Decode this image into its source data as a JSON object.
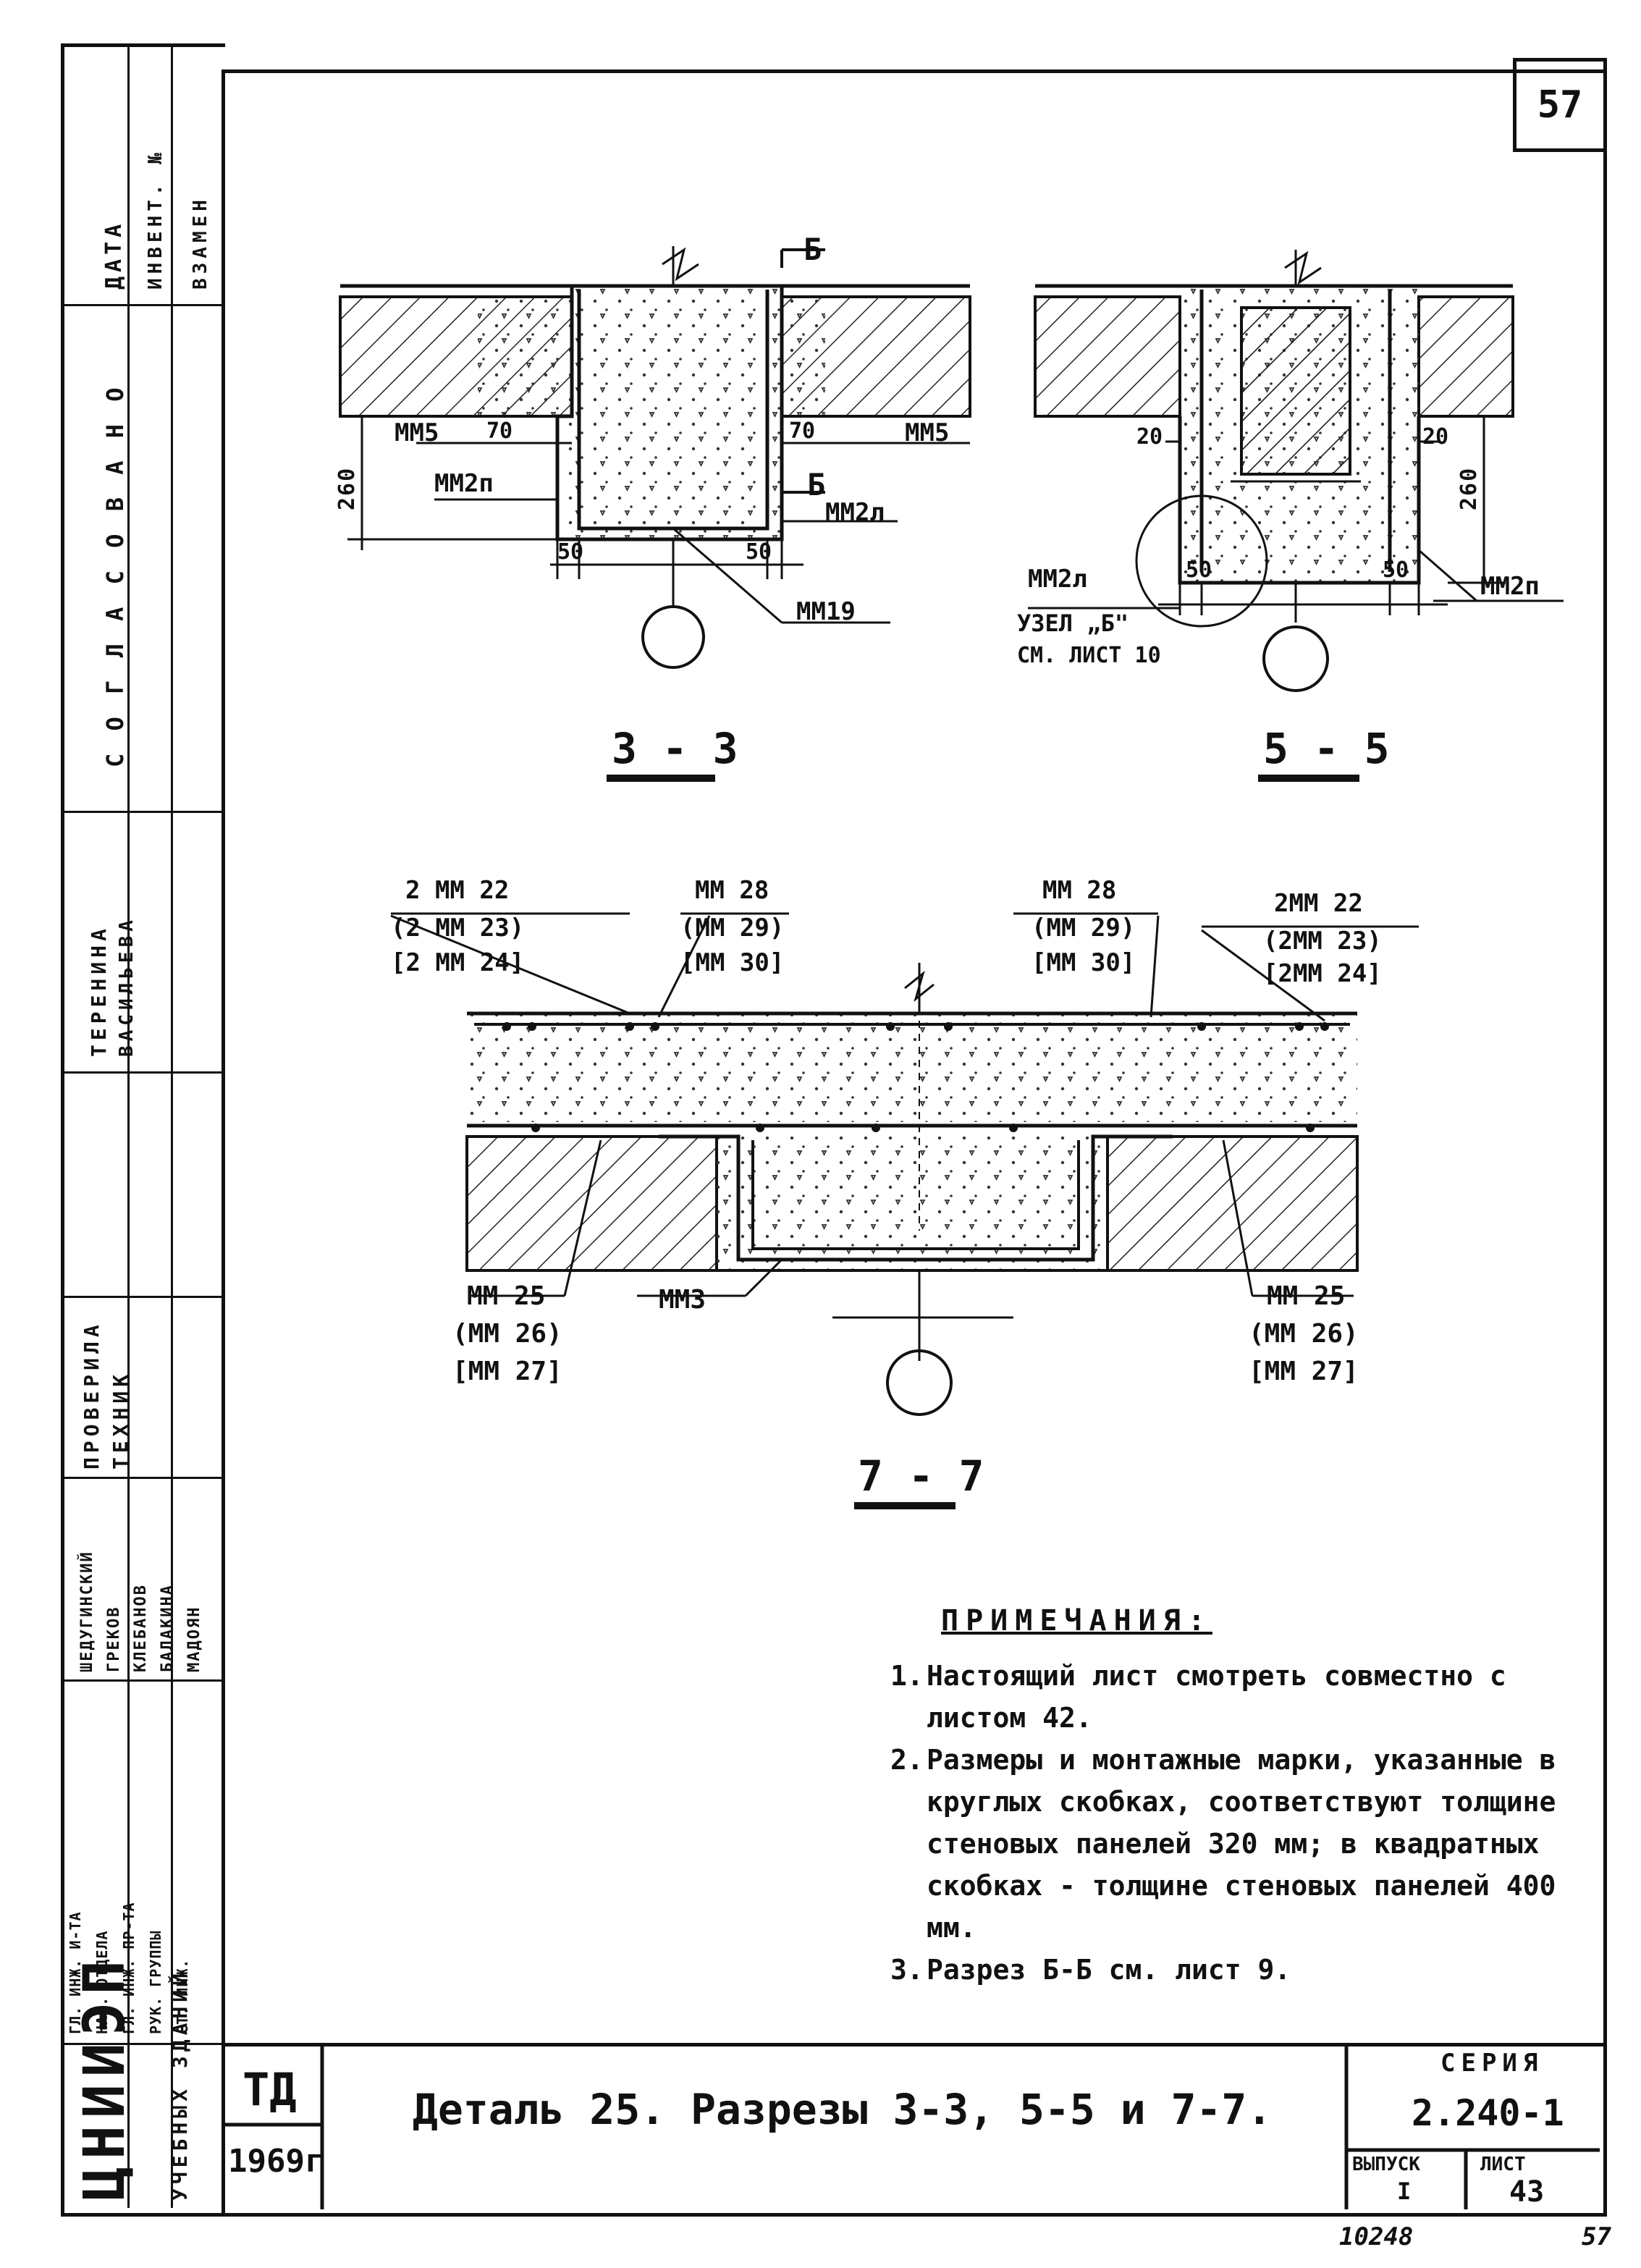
{
  "sheet": {
    "number": "57",
    "corner_number": "57",
    "inventory_number": "10248"
  },
  "stamp": {
    "vertical_headers": [
      "ДАТА",
      "ИНВЕНТ. №",
      "ВЗАМЕН"
    ],
    "agreed_label": "С О Г Л А С О В А Н О",
    "checked": [
      "ТЕРЕНИНА",
      "ВАСИЛЬЕВА"
    ],
    "checker_roles": [
      "ПРОВЕРИЛА",
      "ТЕХНИК"
    ],
    "staff_names": [
      "ШЕДУГИНСКИЙ",
      "ГРЕКОВ",
      "КЛЕБАНОВ",
      "БАЛАКИНА",
      "МАДОЯН"
    ],
    "staff_roles": [
      "ГЛ. ИНЖ. И-ТА",
      "НАЧ. ОТДЕЛА",
      "ГЛ. ИНЖ. ПР-ТА",
      "РУК. ГРУППЫ",
      "СТ. ИНЖ."
    ],
    "org_name": "ЦНИИЭП",
    "org_sub": "УЧЕБНЫХ ЗДАНИЙ"
  },
  "drawing": {
    "section_33": {
      "label": "3 - 3",
      "marks": [
        "ММ5",
        "ММ5",
        "ММ2п",
        "ММ2л",
        "ММ19",
        "Б",
        "Б"
      ],
      "dims": [
        "70",
        "70",
        "50",
        "50",
        "260"
      ]
    },
    "section_55": {
      "label": "5 - 5",
      "marks": [
        "ММ2л",
        "ММ2п"
      ],
      "node_ref": "УЗЕЛ „Б\"",
      "node_sheet": "СМ. ЛИСТ 10",
      "dims": [
        "20",
        "20",
        "50",
        "50",
        "260"
      ]
    },
    "section_77": {
      "label": "7 - 7",
      "top_left": [
        "2 ММ 22",
        "(2 ММ 23)",
        "[2 ММ 24]"
      ],
      "top_mid_left": [
        "ММ 28",
        "(ММ 29)",
        "[ММ 30]"
      ],
      "top_mid_right": [
        "ММ 28",
        "(ММ 29)",
        "[ММ 30]"
      ],
      "top_right": [
        "2ММ 22",
        "(2ММ 23)",
        "[2ММ 24]"
      ],
      "bottom_left": [
        "ММ 25",
        "(ММ 26)",
        "[ММ 27]"
      ],
      "bottom_mid": "ММ3",
      "bottom_right": [
        "ММ 25",
        "(ММ 26)",
        "[ММ 27]"
      ]
    }
  },
  "notes": {
    "heading": "ПРИМЕЧАНИЯ:",
    "items": [
      {
        "num": "1.",
        "text": "Настоящий лист смотреть совместно с листом 42."
      },
      {
        "num": "2.",
        "text": "Размеры и монтажные марки, указанные в круглых скобках, соответствуют толщине стеновых панелей 320 мм; в квадратных скобках - толщине стеновых панелей 400 мм."
      },
      {
        "num": "3.",
        "text": "Разрез Б-Б см. лист 9."
      }
    ]
  },
  "title_block": {
    "code": "ТД",
    "year": "1969г",
    "title": "Деталь 25. Разрезы 3-3, 5-5 и 7-7.",
    "series_label": "СЕРИЯ",
    "series": "2.240-1",
    "issue_label": "ВЫПУСК",
    "issue": "I",
    "sheet_label": "ЛИСТ",
    "sheet": "43"
  }
}
